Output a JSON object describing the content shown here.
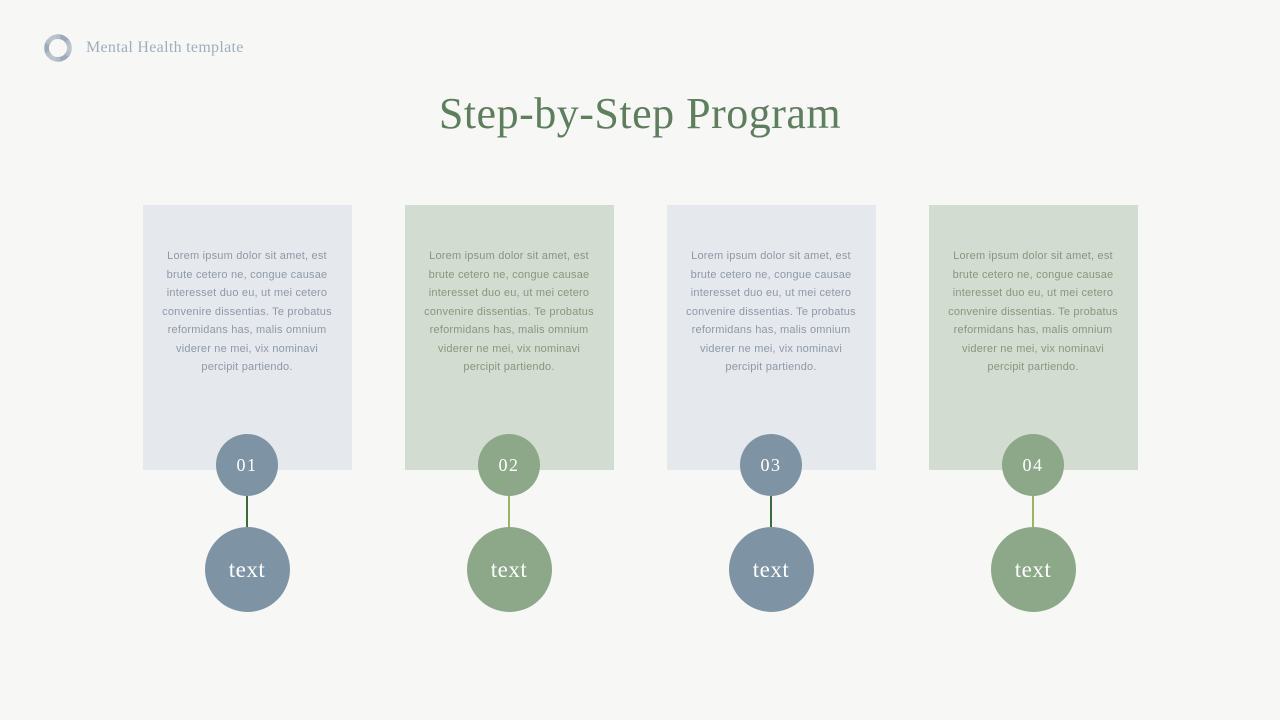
{
  "colors": {
    "bg": "#f7f7f6",
    "title-green": "#5d7f5d",
    "logo-gray": "#9faebc",
    "card-blue-bg": "#e5e8ec",
    "card-green-bg": "#d3dcd0",
    "card-blue-text": "#8e99a8",
    "card-green-text": "#86977f",
    "circle-blue": "#7e94a4",
    "circle-green": "#8ca888",
    "line-dark": "#3e6b3a",
    "line-light": "#9eb364"
  },
  "header": {
    "logo_icon": "swirl-flower-icon",
    "brand_label": "Mental Health template"
  },
  "title": "Step-by-Step Program",
  "steps": [
    {
      "number": "01",
      "theme": "blue",
      "body": "Lorem ipsum dolor sit amet, est brute cetero ne, congue causae interesset duo eu, ut mei cetero convenire dissentias. Te probatus reformidans has, malis omnium viderer ne mei, vix nominavi percipit partiendo.",
      "label": "text"
    },
    {
      "number": "02",
      "theme": "green",
      "body": "Lorem ipsum dolor sit amet, est brute cetero ne, congue causae interesset duo eu, ut mei cetero convenire dissentias. Te probatus reformidans has, malis omnium viderer ne mei, vix nominavi percipit partiendo.",
      "label": "text"
    },
    {
      "number": "03",
      "theme": "blue",
      "body": "Lorem ipsum dolor sit amet, est brute cetero ne, congue causae interesset duo eu, ut mei cetero convenire dissentias. Te probatus reformidans has, malis omnium viderer ne mei, vix nominavi percipit partiendo.",
      "label": "text"
    },
    {
      "number": "04",
      "theme": "green",
      "body": "Lorem ipsum dolor sit amet, est brute cetero ne, congue causae interesset duo eu, ut mei cetero convenire dissentias. Te probatus reformidans has, malis omnium viderer ne mei, vix nominavi percipit partiendo.",
      "label": "text"
    }
  ]
}
